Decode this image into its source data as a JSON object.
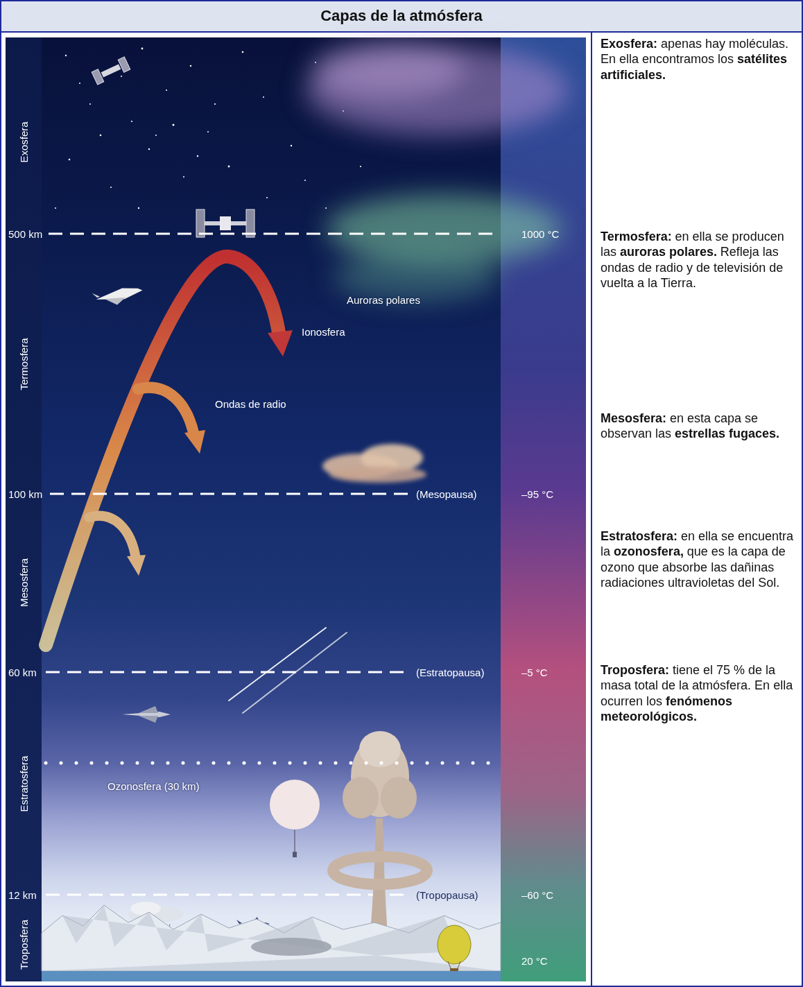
{
  "diagram": {
    "title": "Capas de la atmósfera",
    "labels": [
      "Exosfera",
      "Termosfera",
      "Mesosfera",
      "Estratosfera",
      "Troposfera",
      "500 km",
      "100 km",
      "60 km",
      "12 km",
      "1000 °C",
      "–95 °C",
      "–5 °C",
      "–60 °C",
      "20 °C",
      "(Mesopausa)",
      "(Estratopausa)",
      "(Tropopausa)",
      "Ozonosfera (30 km)",
      "Auroras polares",
      "Ionosfera",
      "Ondas de radio",
      "Exosfera:",
      "apenas hay moléculas. En ella encontramos los",
      "satélites artificiales.",
      "Termosfera:",
      "en ella se producen las",
      "auroras polares.",
      "Refleja las ondas de radio y de televisión de vuelta a la Tierra.",
      "Mesosfera:",
      "en esta capa se observan las",
      "estrellas fugaces.",
      "Estratosfera:",
      "en ella se encuentra la",
      "ozonosfera,",
      "que es la capa de ozono que absorbe las dañinas radiaciones ultravioletas del Sol.",
      "Troposfera:",
      "tiene el 75 % de la masa total de la atmósfera. En ella ocurren los",
      "fenómenos meteorológicos."
    ]
  }
}
